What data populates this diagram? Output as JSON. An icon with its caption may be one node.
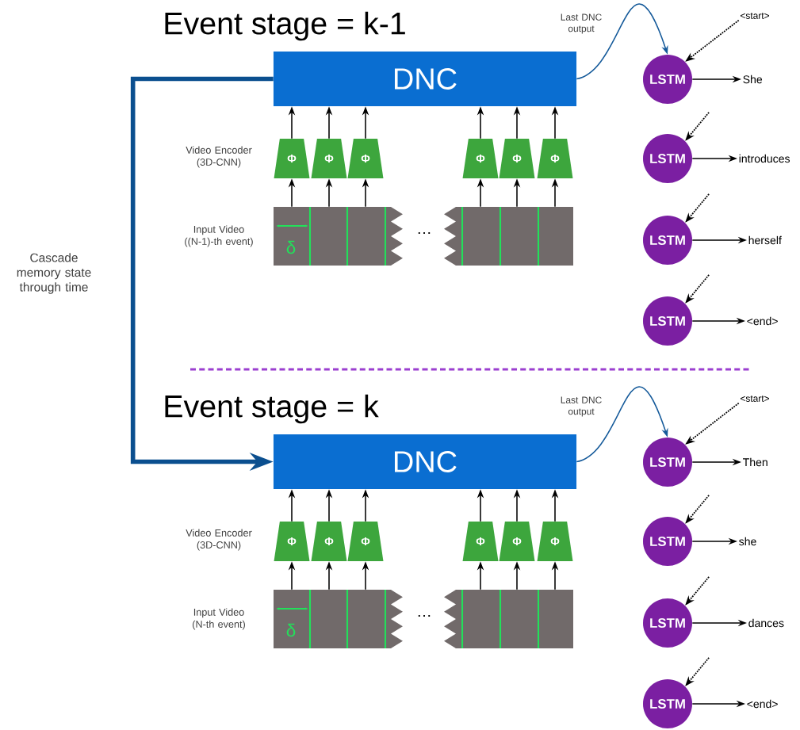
{
  "diagram": {
    "nodes": [
      {
        "text": [
          "DNC"
        ]
      },
      {
        "text": [
          "Φ"
        ]
      },
      {
        "text": [
          "Φ"
        ]
      },
      {
        "text": [
          "Φ"
        ]
      },
      {
        "text": [
          "Φ"
        ]
      },
      {
        "text": [
          "Φ"
        ]
      },
      {
        "text": [
          "Φ"
        ]
      },
      {
        "text": [],
        "shape": "bar"
      },
      {
        "text": [],
        "shape": "bar"
      },
      {
        "text": [
          "<start>"
        ]
      },
      {
        "text": [
          "LSTM"
        ]
      },
      {
        "text": [
          "LSTM"
        ]
      },
      {
        "text": [
          "LSTM"
        ]
      },
      {
        "text": [
          "LSTM"
        ]
      },
      {
        "text": [
          "She"
        ]
      },
      {
        "text": [
          "introduces"
        ]
      },
      {
        "text": [
          "herself"
        ]
      },
      {
        "text": [
          "<end>"
        ]
      },
      {
        "text": [
          "DNC"
        ]
      },
      {
        "text": [
          "Φ"
        ]
      },
      {
        "text": [
          "Φ"
        ]
      },
      {
        "text": [
          "Φ"
        ]
      },
      {
        "text": [
          "Φ"
        ]
      },
      {
        "text": [
          "Φ"
        ]
      },
      {
        "text": [
          "Φ"
        ]
      },
      {
        "text": [],
        "shape": "bar"
      },
      {
        "text": [],
        "shape": "bar"
      },
      {
        "text": [
          "<start>"
        ]
      },
      {
        "text": [
          "LSTM"
        ]
      },
      {
        "text": [
          "LSTM"
        ]
      },
      {
        "text": [
          "LSTM"
        ]
      },
      {
        "text": [
          "LSTM"
        ]
      },
      {
        "text": [
          "Then"
        ]
      },
      {
        "text": [
          "she"
        ]
      },
      {
        "text": [
          "dances"
        ]
      },
      {
        "text": [
          "<end>"
        ]
      }
    ],
    "edges": [
      {
        "from": 7,
        "to": 1,
        "arrow": "to"
      },
      {
        "from": 1,
        "to": 0,
        "arrow": "to"
      },
      {
        "from": 7,
        "to": 2,
        "arrow": "to"
      },
      {
        "from": 2,
        "to": 0,
        "arrow": "to"
      },
      {
        "from": 7,
        "to": 3,
        "arrow": "to"
      },
      {
        "from": 3,
        "to": 0,
        "arrow": "to"
      },
      {
        "from": 8,
        "to": 4,
        "arrow": "to"
      },
      {
        "from": 4,
        "to": 0,
        "arrow": "to"
      },
      {
        "from": 8,
        "to": 5,
        "arrow": "to"
      },
      {
        "from": 5,
        "to": 0,
        "arrow": "to"
      },
      {
        "from": 8,
        "to": 6,
        "arrow": "to"
      },
      {
        "from": 6,
        "to": 0,
        "arrow": "to"
      },
      {
        "from": 0,
        "to": 10,
        "arrow": "to",
        "label": "Last DNC output",
        "color": "#155a9a"
      },
      {
        "from": 9,
        "to": 10,
        "arrow": "to",
        "style": "dashed"
      },
      {
        "from": null,
        "to": 11,
        "arrow": "to",
        "style": "dashed"
      },
      {
        "from": null,
        "to": 12,
        "arrow": "to",
        "style": "dashed"
      },
      {
        "from": null,
        "to": 13,
        "arrow": "to",
        "style": "dashed"
      },
      {
        "from": 10,
        "to": 14,
        "arrow": "to"
      },
      {
        "from": 11,
        "to": 15,
        "arrow": "to"
      },
      {
        "from": 12,
        "to": 16,
        "arrow": "to"
      },
      {
        "from": 13,
        "to": 17,
        "arrow": "to"
      },
      {
        "from": 25,
        "to": 19,
        "arrow": "to"
      },
      {
        "from": 19,
        "to": 18,
        "arrow": "to"
      },
      {
        "from": 25,
        "to": 20,
        "arrow": "to"
      },
      {
        "from": 20,
        "to": 18,
        "arrow": "to"
      },
      {
        "from": 25,
        "to": 21,
        "arrow": "to"
      },
      {
        "from": 21,
        "to": 18,
        "arrow": "to"
      },
      {
        "from": 26,
        "to": 22,
        "arrow": "to"
      },
      {
        "from": 22,
        "to": 18,
        "arrow": "to"
      },
      {
        "from": 26,
        "to": 23,
        "arrow": "to"
      },
      {
        "from": 23,
        "to": 18,
        "arrow": "to"
      },
      {
        "from": 26,
        "to": 24,
        "arrow": "to"
      },
      {
        "from": 24,
        "to": 18,
        "arrow": "to"
      },
      {
        "from": 18,
        "to": 28,
        "arrow": "to",
        "label": "Last DNC output",
        "color": "#155a9a"
      },
      {
        "from": 27,
        "to": 28,
        "arrow": "to",
        "style": "dashed"
      },
      {
        "from": null,
        "to": 29,
        "arrow": "to",
        "style": "dashed"
      },
      {
        "from": null,
        "to": 30,
        "arrow": "to",
        "style": "dashed"
      },
      {
        "from": null,
        "to": 31,
        "arrow": "to",
        "style": "dashed"
      },
      {
        "from": 28,
        "to": 32,
        "arrow": "to"
      },
      {
        "from": 29,
        "to": 33,
        "arrow": "to"
      },
      {
        "from": 30,
        "to": 34,
        "arrow": "to"
      },
      {
        "from": 31,
        "to": 35,
        "arrow": "to"
      },
      {
        "from": 0,
        "to": 18,
        "arrow": "to",
        "style": "thick",
        "color": "#0b4f8f",
        "label": "Cascade memory state through time"
      }
    ],
    "labels": [
      "Event stage = k-1",
      "Video Encoder (3D-CNN)",
      "Input Video ((N-1)-th event)",
      "δ",
      "…",
      "Event stage = k",
      "Video Encoder (3D-CNN)",
      "Input Video (N-th event)",
      "δ",
      "…"
    ]
  }
}
